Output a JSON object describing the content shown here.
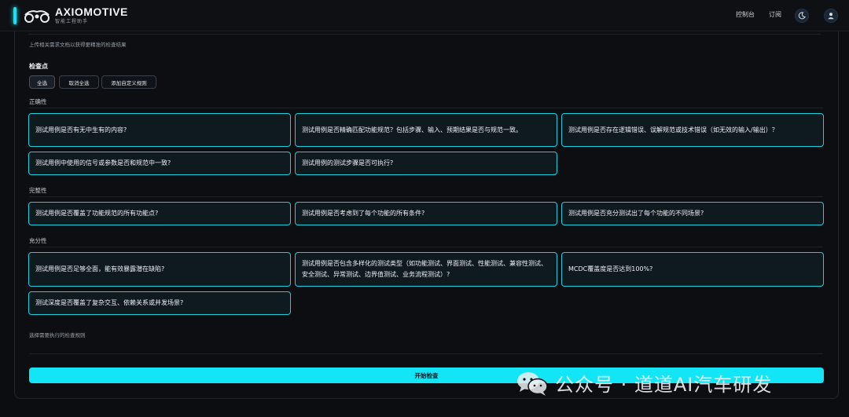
{
  "brand": {
    "name": "AXIOMOTIVE",
    "subtitle": "智能工程助手"
  },
  "nav": {
    "dashboard": "控制台",
    "subscribe": "订阅"
  },
  "upload_hint": "上传相关需求文档以获得更精准的检查结果",
  "checkpoints": {
    "label": "检查点",
    "select_all": "全选",
    "deselect_all": "取消全选",
    "add_custom": "添加自定义规则"
  },
  "categories": [
    {
      "title": "正确性",
      "items": [
        "测试用例是否有无中生有的内容?",
        "测试用例是否精确匹配功能规范？包括步骤、输入、预期结果是否与规范一致。",
        "测试用例是否存在逻辑错误、误解规范或技术错误（如无效的输入/输出）？",
        "测试用例中使用的信号或参数是否和规范中一致?",
        "测试用例的测试步骤是否可执行?"
      ]
    },
    {
      "title": "完整性",
      "items": [
        "测试用例是否覆盖了功能规范的所有功能点?",
        "测试用例是否考虑到了每个功能的所有条件?",
        "测试用例是否充分测试出了每个功能的不同场景?"
      ]
    },
    {
      "title": "充分性",
      "items": [
        "测试用例是否足够全面，能有效暴露潜在缺陷?",
        "测试用例是否包含多样化的测试类型（如功能测试、界面测试、性能测试、兼容性测试、安全测试、异常测试、边界值测试、业务流程测试）?",
        "MCDC覆盖度是否达到100%?",
        "测试深度是否覆盖了复杂交互、依赖关系或并发场景?"
      ]
    }
  ],
  "select_rules_hint": "选择需要执行的检查规则",
  "start_button": "开始检查",
  "watermark": "公众号 · 道道AI汽车研发",
  "colors": {
    "accent": "#16e3f5",
    "background": "#0b0d10",
    "card_border": "#18cfe0"
  }
}
